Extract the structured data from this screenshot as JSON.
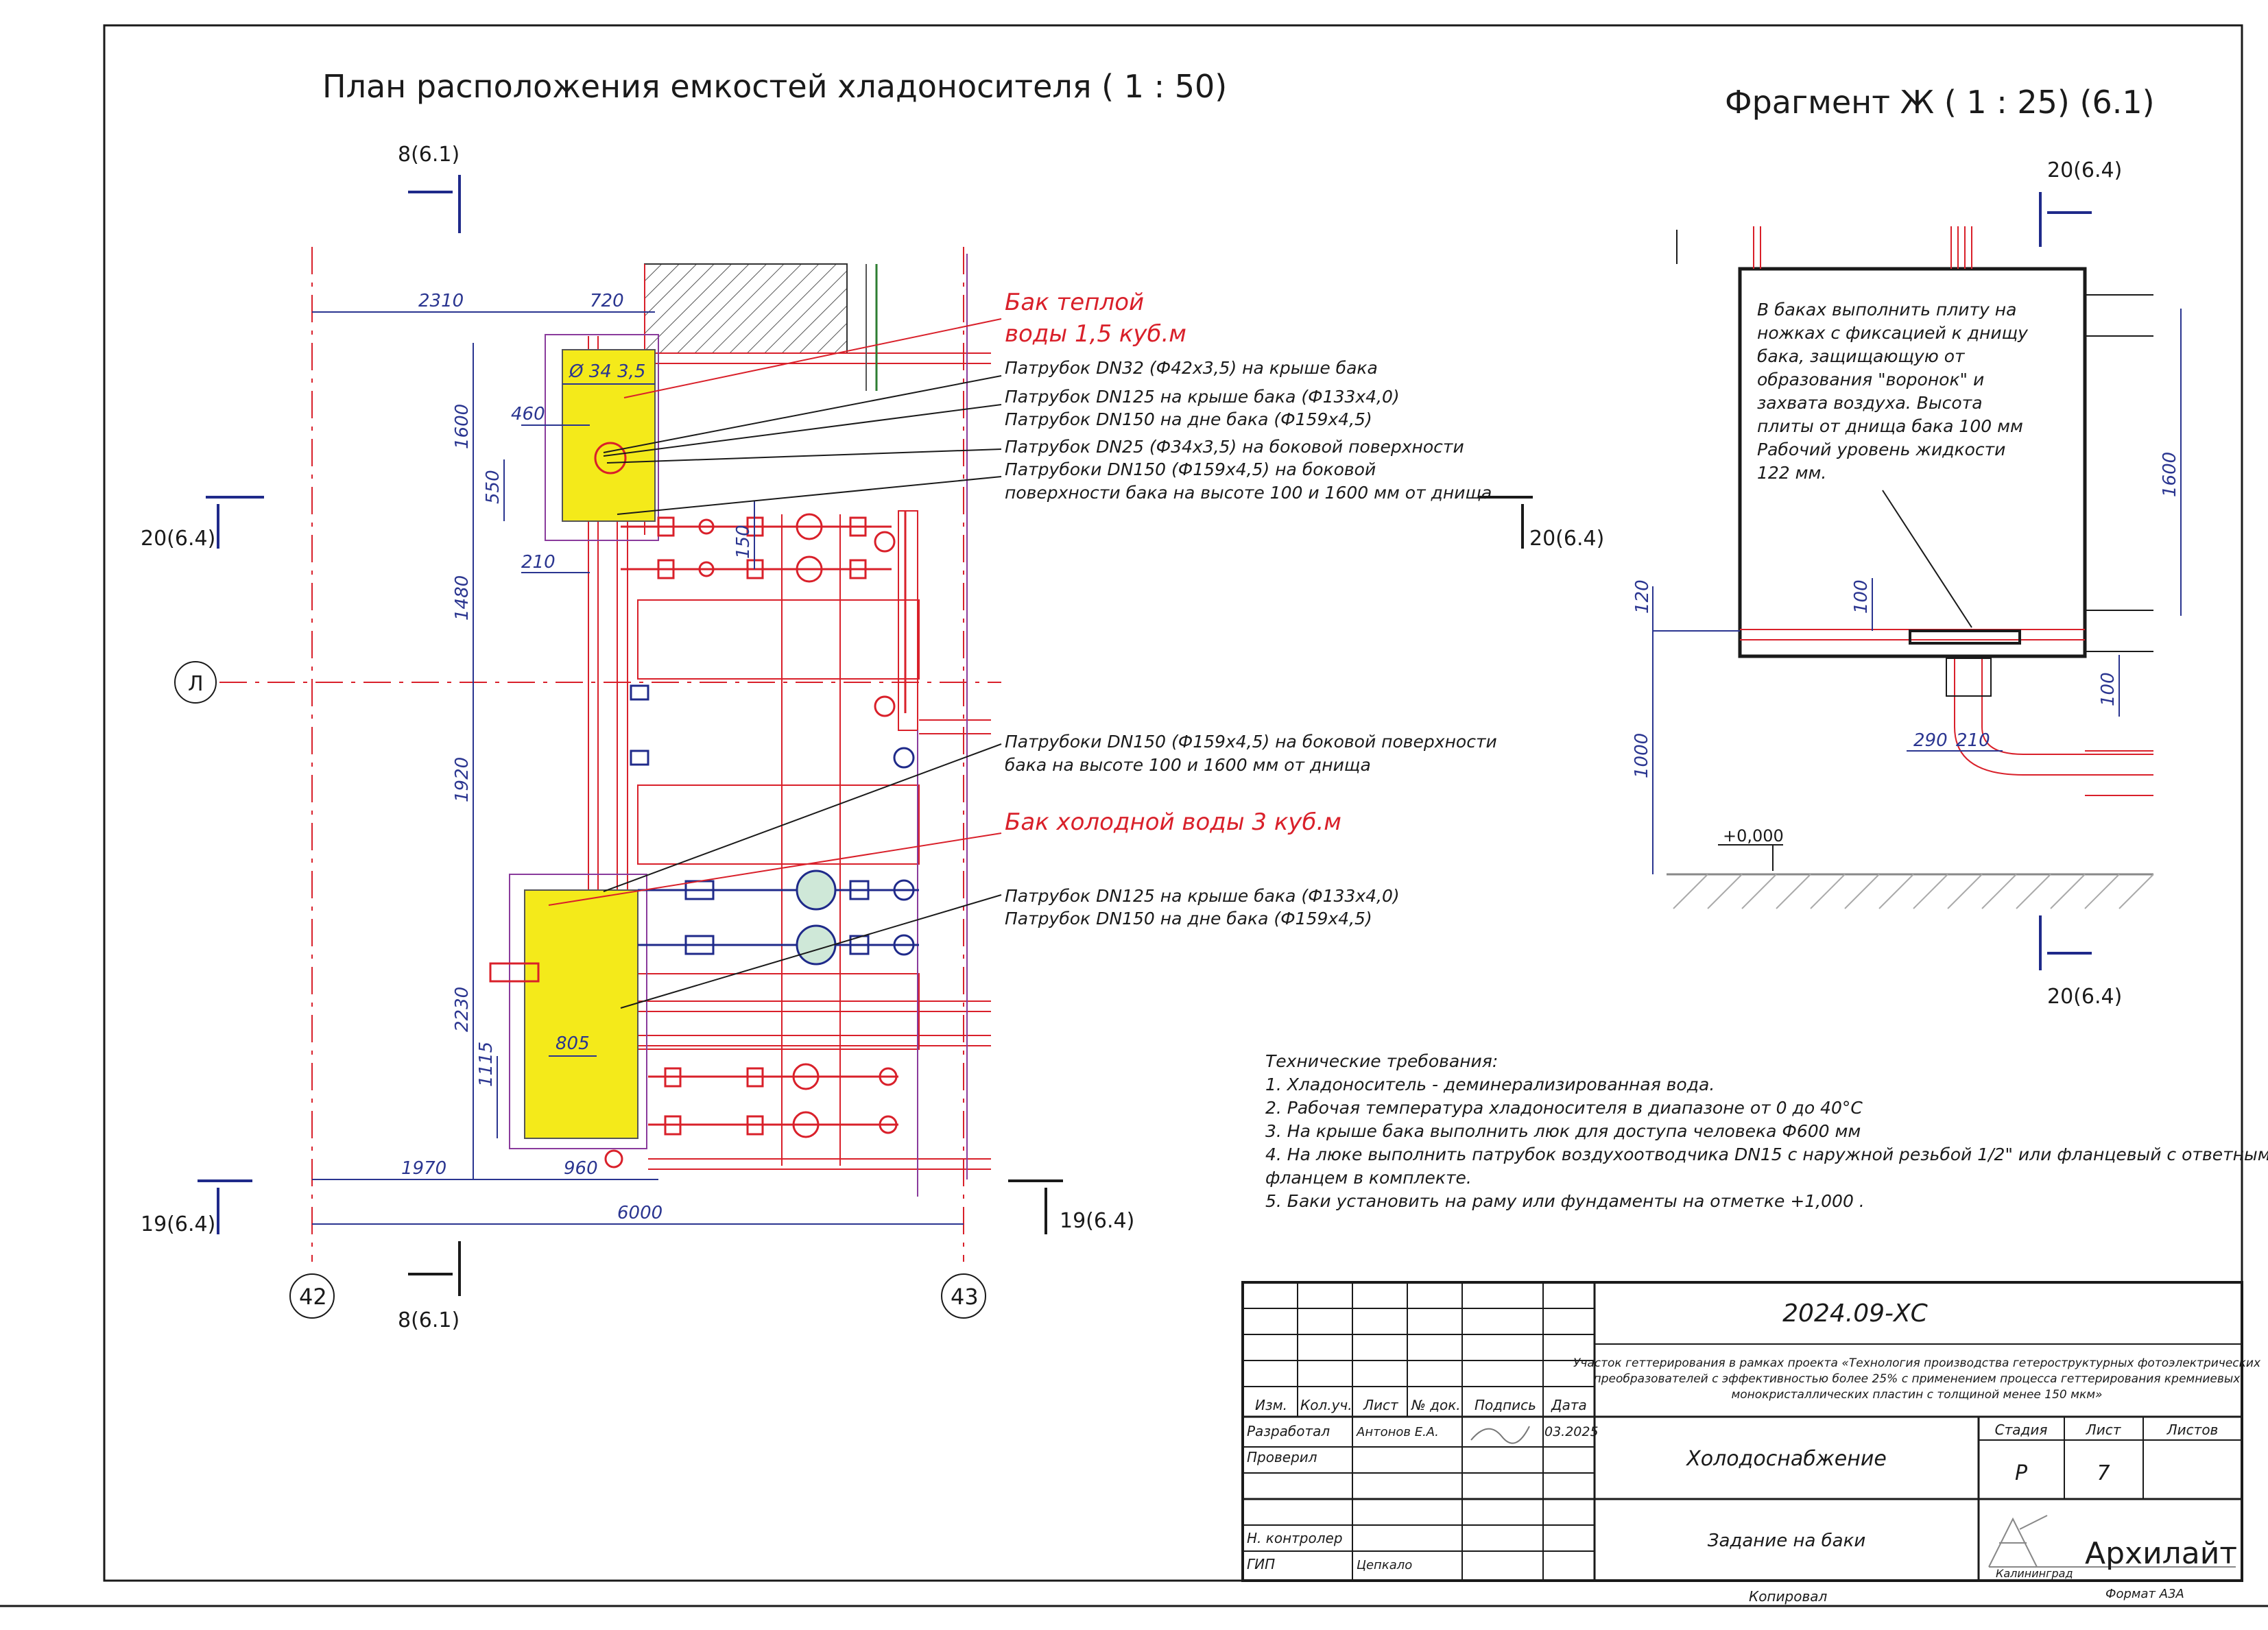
{
  "titles": {
    "plan": "План расположения емкостей хладоносителя ( 1 : 50)",
    "fragment": "Фрагмент Ж ( 1 : 25) (6.1)"
  },
  "section_marks": {
    "top_8": "8(6.1)",
    "bottom_8": "8(6.1)",
    "left_20": "20(6.4)",
    "right_20": "20(6.4)",
    "left_19": "19(6.4)",
    "right_19": "19(6.4)",
    "frag_top_20": "20(6.4)",
    "frag_bottom_20": "20(6.4)"
  },
  "axes": {
    "l": "Л",
    "a42": "42",
    "a43": "43"
  },
  "plan_dims": {
    "d2310": "2310",
    "d720": "720",
    "d1600": "1600",
    "d460": "460",
    "d550": "550",
    "d210": "210",
    "d150": "150",
    "d1480": "1480",
    "d1920": "1920",
    "d2230": "2230",
    "d1115": "1115",
    "d805": "805",
    "d1970": "1970",
    "d960": "960",
    "d6000": "6000",
    "phi": "Ø 34 3,5"
  },
  "labels": {
    "warm_tank_1": "Бак теплой",
    "warm_tank_2": "воды 1,5 куб.м",
    "cold_tank": "Бак холодной воды 3 куб.м",
    "w1": "Патрубок DN32 (Ф42х3,5) на крыше бака",
    "w2": "Патрубок DN125 на крыше бака (Ф133х4,0)",
    "w3": "Патрубок DN150 на дне бака (Ф159х4,5)",
    "w4": "Патрубок DN25 (Ф34х3,5) на боковой поверхности",
    "w5": "Патрубоки DN150 (Ф159х4,5) на боковой",
    "w6": "поверхности бака на высоте 100 и 1600 мм от днища",
    "c1": "Патрубоки DN150 (Ф159х4,5) на боковой поверхности",
    "c2": "бака на высоте 100 и 1600 мм от днища",
    "c3": "Патрубок DN125 на крыше бака (Ф133х4,0)",
    "c4": "Патрубок DN150 на дне бака (Ф159х4,5)"
  },
  "fragment": {
    "note": [
      "В баках выполнить плиту на",
      "ножках с фиксацией к днищу",
      "бака, защищающую от",
      "образования \"воронок\" и",
      "захвата воздуха. Высота",
      "плиты от днища бака 100 мм",
      "Рабочий уровень жидкости",
      "122 мм."
    ],
    "d1600": "1600",
    "d120": "120",
    "d100a": "100",
    "d100b": "100",
    "d1000": "1000",
    "d290": "290",
    "d210": "210",
    "level": "+0,000"
  },
  "requirements": [
    "Технические требования:",
    "1. Хладоноситель - деминерализированная вода.",
    "2. Рабочая температура хладоносителя в диапазоне от 0 до 40°С",
    "3. На крыше бака выполнить люк для доступа человека Ф600 мм",
    "4. На люке выполнить патрубок воздухоотводчика DN15 с наружной резьбой  1/2\" или фланцевый с ответным",
    "    фланцем в комплекте.",
    "5. Баки  установить на раму или фундаменты на отметке +1,000 ."
  ],
  "title_block": {
    "code": "2024.09-ХС",
    "project": [
      "Участок геттерирования в рамках проекта «Технология производства гетероструктурных фотоэлектрических",
      "преобразователей с эффективностью более 25% с применением процесса геттерирования кремниевых",
      "монокристаллических пластин с толщиной менее 150 мкм»"
    ],
    "headers": [
      "Изм.",
      "Кол.уч.",
      "Лист",
      "№ док.",
      "Подпись",
      "Дата"
    ],
    "developed_label": "Разработал",
    "developed_name": "Антонов Е.А.",
    "date": "03.2025",
    "checked_label": "Проверил",
    "norm_label": "Н. контролер",
    "gip_label": "ГИП",
    "gip_name": "Цепкало",
    "section": "Холодоснабжение",
    "sheet_name": "Задание на баки",
    "stage_label": "Стадия",
    "sheet_label": "Лист",
    "sheets_label": "Листов",
    "stage": "Р",
    "sheet": "7",
    "sheets": "",
    "company": "Архилайт",
    "company_sub": "Калининград"
  },
  "footer": {
    "copied": "Копировал",
    "format": "Формат А3А"
  }
}
